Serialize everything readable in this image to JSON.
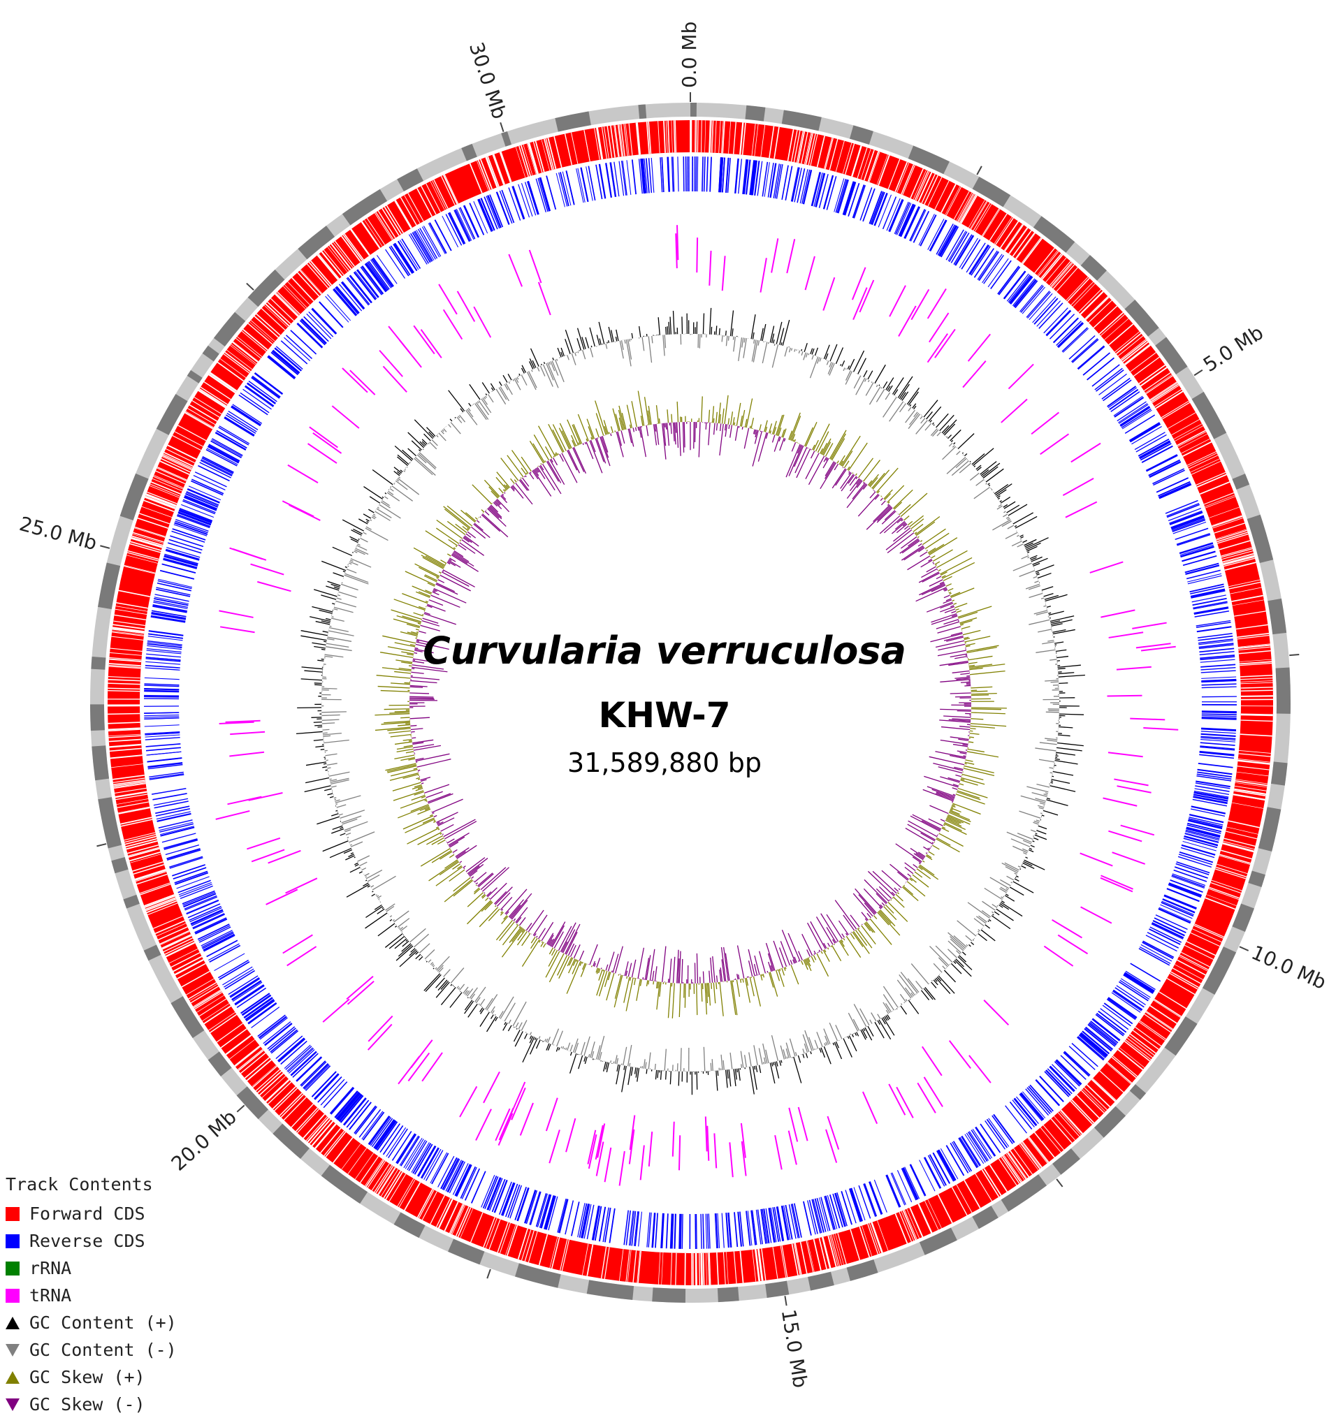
{
  "title": {
    "organism": "Curvularia verruculosa",
    "strain": "KHW-7",
    "length_label": "31,589,880 bp"
  },
  "genome_length_bp": 31589880,
  "scale_labels": [
    {
      "position_mb": 0.0,
      "label": "0.0 Mb"
    },
    {
      "position_mb": 5.0,
      "label": "5.0 Mb"
    },
    {
      "position_mb": 10.0,
      "label": "10.0 Mb"
    },
    {
      "position_mb": 15.0,
      "label": "15.0 Mb"
    },
    {
      "position_mb": 20.0,
      "label": "20.0 Mb"
    },
    {
      "position_mb": 25.0,
      "label": "25.0 Mb"
    },
    {
      "position_mb": 30.0,
      "label": "30.0 Mb"
    }
  ],
  "legend": {
    "title": "Track Contents",
    "items": [
      {
        "label": "Forward CDS",
        "color": "#ff0000",
        "shape": "square",
        "icon": "forward-cds-swatch-icon"
      },
      {
        "label": "Reverse CDS",
        "color": "#0000ff",
        "shape": "square",
        "icon": "reverse-cds-swatch-icon"
      },
      {
        "label": "rRNA",
        "color": "#008000",
        "shape": "square",
        "icon": "rrna-swatch-icon"
      },
      {
        "label": "tRNA",
        "color": "#ff00ff",
        "shape": "square",
        "icon": "trna-swatch-icon"
      },
      {
        "label": "GC Content (+)",
        "color": "#000000",
        "shape": "triangle-up",
        "icon": "gc-content-plus-icon"
      },
      {
        "label": "GC Content (-)",
        "color": "#808080",
        "shape": "triangle-down",
        "icon": "gc-content-minus-icon"
      },
      {
        "label": "GC Skew (+)",
        "color": "#808000",
        "shape": "triangle-up",
        "icon": "gc-skew-plus-icon"
      },
      {
        "label": "GC Skew (-)",
        "color": "#800080",
        "shape": "triangle-down",
        "icon": "gc-skew-minus-icon"
      }
    ]
  },
  "colors": {
    "forward_cds": "#ff0000",
    "reverse_cds": "#0000ff",
    "trna": "#ff00ff",
    "gc_content_plus": "#000000",
    "gc_content_minus": "#808080",
    "gc_skew_plus": "#808000",
    "gc_skew_minus": "#800080",
    "contig_dark": "#7a7a7a",
    "contig_light": "#c8c8c8"
  }
}
